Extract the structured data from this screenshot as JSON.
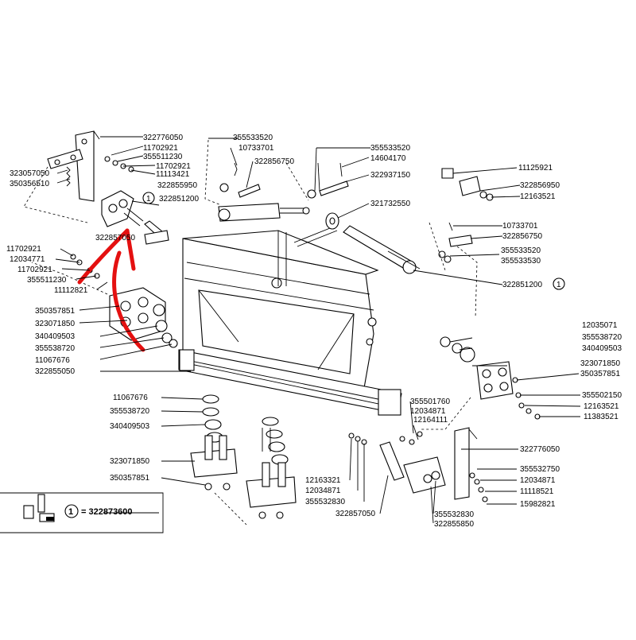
{
  "parts": {
    "p_322776050_a": "322776050",
    "p_11702921_a": "11702921",
    "p_355511230_a": "355511230",
    "p_11702921_b": "11702921",
    "p_11113421": "11113421",
    "p_323057050": "323057050",
    "p_350356510": "350356510",
    "p_322851200_a": "322851200",
    "p_322855950": "322855950",
    "p_355533520_a": "355533520",
    "p_10733701_a": "10733701",
    "p_322856750_a": "322856750",
    "p_355533520_b": "355533520",
    "p_14604170": "14604170",
    "p_322937150": "322937150",
    "p_321732550": "321732550",
    "p_11125921": "11125921",
    "p_322856950": "322856950",
    "p_12163521_a": "12163521",
    "p_10733701_b": "10733701",
    "p_322856750_b": "322856750",
    "p_355533520_c": "355533520",
    "p_355533530": "355533530",
    "p_322851200_b": "322851200",
    "p_11702921_c": "11702921",
    "p_12034771": "12034771",
    "p_11702921_d": "11702921",
    "p_355511230_b": "355511230",
    "p_11112821": "11112821",
    "p_322857050_a": "322857050",
    "p_350357851_a": "350357851",
    "p_323071850_a": "323071850",
    "p_340409503_a": "340409503",
    "p_355538720_a": "355538720",
    "p_11067676_a": "11067676",
    "p_322855050": "322855050",
    "p_12035071": "12035071",
    "p_355538720_b": "355538720",
    "p_340409503_b": "340409503",
    "p_323071850_b": "323071850",
    "p_350357851_b": "350357851",
    "p_355501760": "355501760",
    "p_12034871_a": "12034871",
    "p_12164111": "12164111",
    "p_355502150": "355502150",
    "p_12163521_b": "12163521",
    "p_11383521": "11383521",
    "p_11067676_b": "11067676",
    "p_355538720_c": "355538720",
    "p_340409503_c": "340409503",
    "p_323071850_c": "323071850",
    "p_350357851_c": "350357851",
    "p_12163321": "12163321",
    "p_12034871_b": "12034871",
    "p_355532830_a": "355532830",
    "p_322857050_b": "322857050",
    "p_322776050_b": "322776050",
    "p_355532750": "355532750",
    "p_12034871_c": "12034871",
    "p_11118521": "11118521",
    "p_15982821": "15982821",
    "p_355532830_b": "355532830",
    "p_322855850": "322855850"
  },
  "callout_number": "1",
  "legend": {
    "marker": "1",
    "text": "= 322873600"
  }
}
